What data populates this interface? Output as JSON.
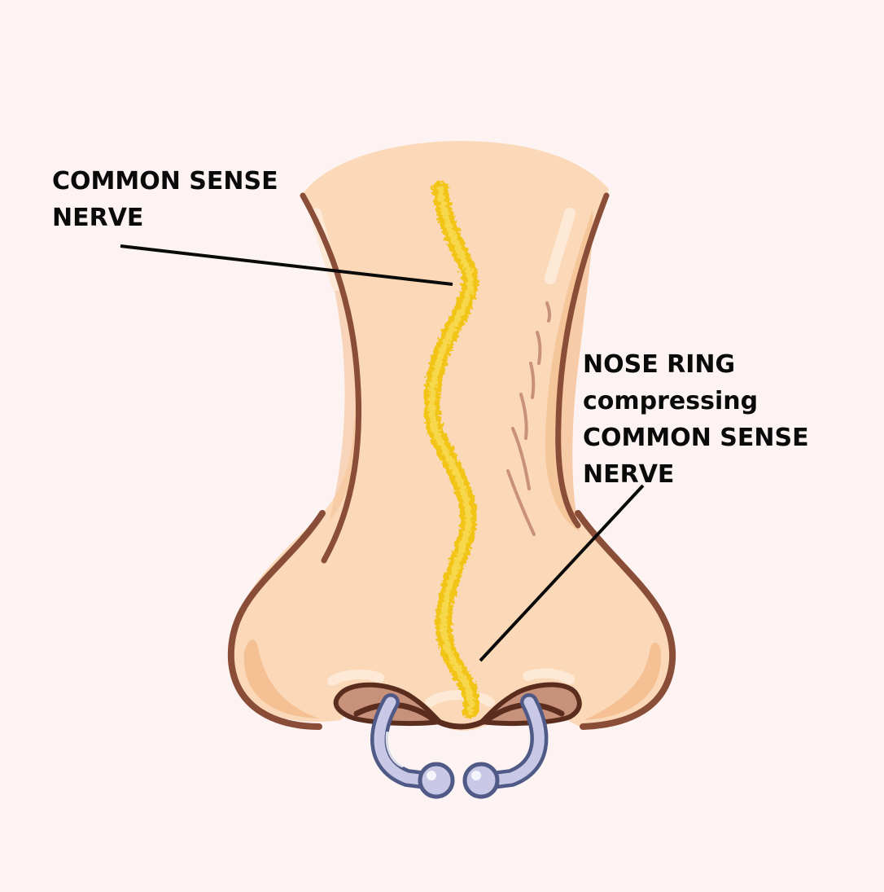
{
  "labels": {
    "left": {
      "lines": [
        "COMMON SENSE",
        "NERVE"
      ]
    },
    "right": {
      "lines": [
        "NOSE RING",
        "compressing",
        "COMMON SENSE",
        "NERVE"
      ]
    }
  },
  "colors": {
    "background": "#fcf3f2",
    "skin": "#fbd9b8",
    "skin_shade": "#f5c194",
    "outline": "#8a4e38",
    "nostril": "#c8917a",
    "nerve": "#f2c418",
    "ring": "#c9c8e6",
    "ring_outline": "#4f5a86",
    "pointer": "#0a0a0a"
  }
}
